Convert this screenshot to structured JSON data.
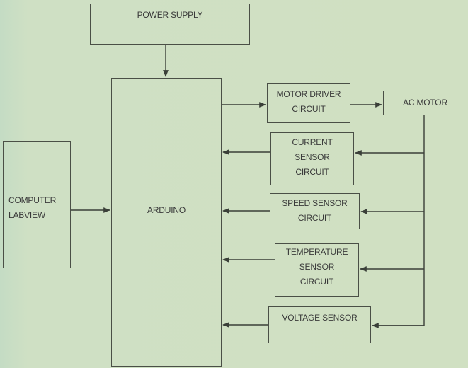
{
  "diagram": {
    "type": "block-diagram",
    "background_color": "#d0e0c2",
    "line_color": "#3a3f38",
    "blocks": {
      "power_supply": {
        "lines": [
          "POWER SUPPLY"
        ]
      },
      "arduino": {
        "lines": [
          "ARDUINO"
        ]
      },
      "computer": {
        "lines": [
          "COMPUTER",
          "LABVIEW"
        ]
      },
      "motor_driver": {
        "lines": [
          "MOTOR DRIVER",
          "CIRCUIT"
        ]
      },
      "ac_motor": {
        "lines": [
          "AC MOTOR"
        ]
      },
      "current_sensor": {
        "lines": [
          "CURRENT",
          "SENSOR",
          "CIRCUIT"
        ]
      },
      "speed_sensor": {
        "lines": [
          "SPEED SENSOR",
          "CIRCUIT"
        ]
      },
      "temperature_sensor": {
        "lines": [
          "TEMPERATURE",
          "SENSOR",
          "CIRCUIT"
        ]
      },
      "voltage_sensor": {
        "lines": [
          "VOLTAGE SENSOR"
        ]
      }
    },
    "connections": [
      {
        "from": "POWER SUPPLY",
        "to": "ARDUINO"
      },
      {
        "from": "COMPUTER LABVIEW",
        "to": "ARDUINO"
      },
      {
        "from": "ARDUINO",
        "to": "MOTOR DRIVER CIRCUIT"
      },
      {
        "from": "MOTOR DRIVER CIRCUIT",
        "to": "AC MOTOR"
      },
      {
        "from": "AC MOTOR",
        "to": "CURRENT SENSOR CIRCUIT"
      },
      {
        "from": "AC MOTOR",
        "to": "SPEED SENSOR CIRCUIT"
      },
      {
        "from": "AC MOTOR",
        "to": "TEMPERATURE SENSOR CIRCUIT"
      },
      {
        "from": "AC MOTOR",
        "to": "VOLTAGE SENSOR"
      },
      {
        "from": "CURRENT SENSOR CIRCUIT",
        "to": "ARDUINO"
      },
      {
        "from": "SPEED SENSOR CIRCUIT",
        "to": "ARDUINO"
      },
      {
        "from": "TEMPERATURE SENSOR CIRCUIT",
        "to": "ARDUINO"
      },
      {
        "from": "VOLTAGE SENSOR",
        "to": "ARDUINO"
      }
    ]
  }
}
